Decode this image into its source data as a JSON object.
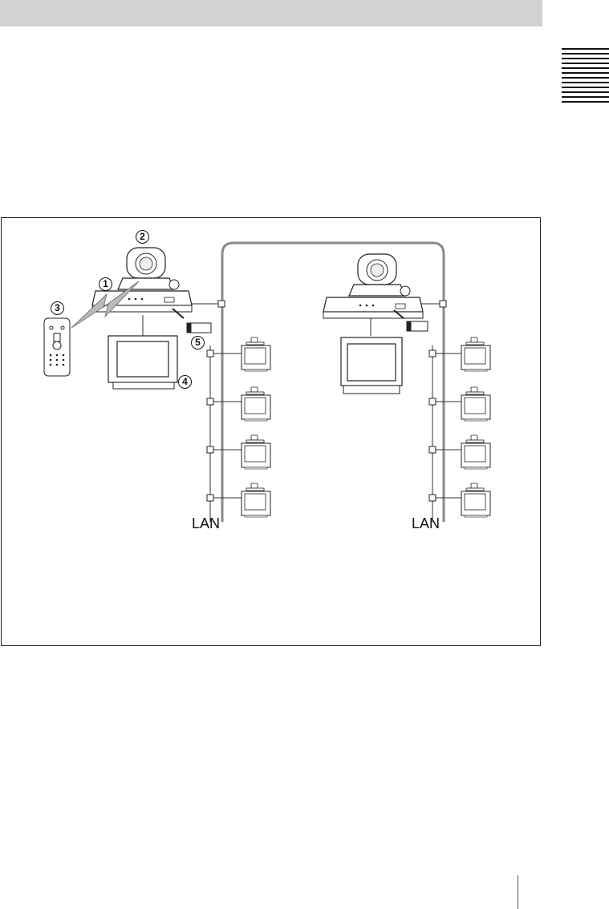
{
  "figure": {
    "lan_left": "LAN",
    "lan_right": "LAN",
    "callouts": {
      "codec_unit": "1",
      "camera": "2",
      "remote_commander": "3",
      "monitor": "4",
      "memory_stick": "5"
    }
  },
  "colors": {
    "header_bar": "#d2d2d2",
    "lan_line": "#8a8a8a",
    "outline": "#222222"
  }
}
